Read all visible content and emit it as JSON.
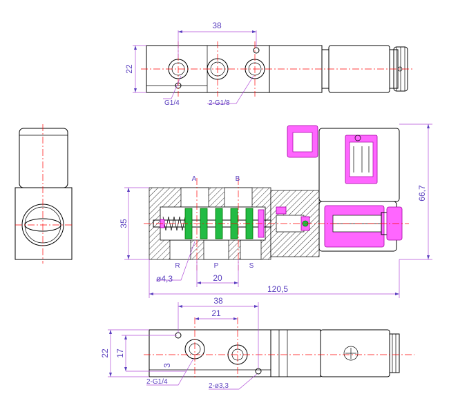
{
  "top_view": {
    "dim_width": "38",
    "dim_height": "22",
    "label_port": "G1/4",
    "label_ports_small": "2-G1/8"
  },
  "section_view": {
    "port_a": "A",
    "port_b": "B",
    "port_r": "R",
    "port_p": "P",
    "port_s": "S",
    "dim_hole": "ø4,3",
    "dim_pitch": "20",
    "dim_length": "120,5",
    "dim_height": "35",
    "dim_total_height": "66,7"
  },
  "bottom_view": {
    "dim_width": "38",
    "dim_pitch": "21",
    "dim_height": "22",
    "dim_inner_height": "17",
    "dim_offset": "3",
    "label_ports": "2-G1/4",
    "label_holes": "2-ø3,3"
  },
  "colors": {
    "outline": "#000000",
    "dimension": "#5a3fbf",
    "centerline": "#ff0000",
    "solenoid": "#ff66ff",
    "seal": "#22bb44"
  }
}
